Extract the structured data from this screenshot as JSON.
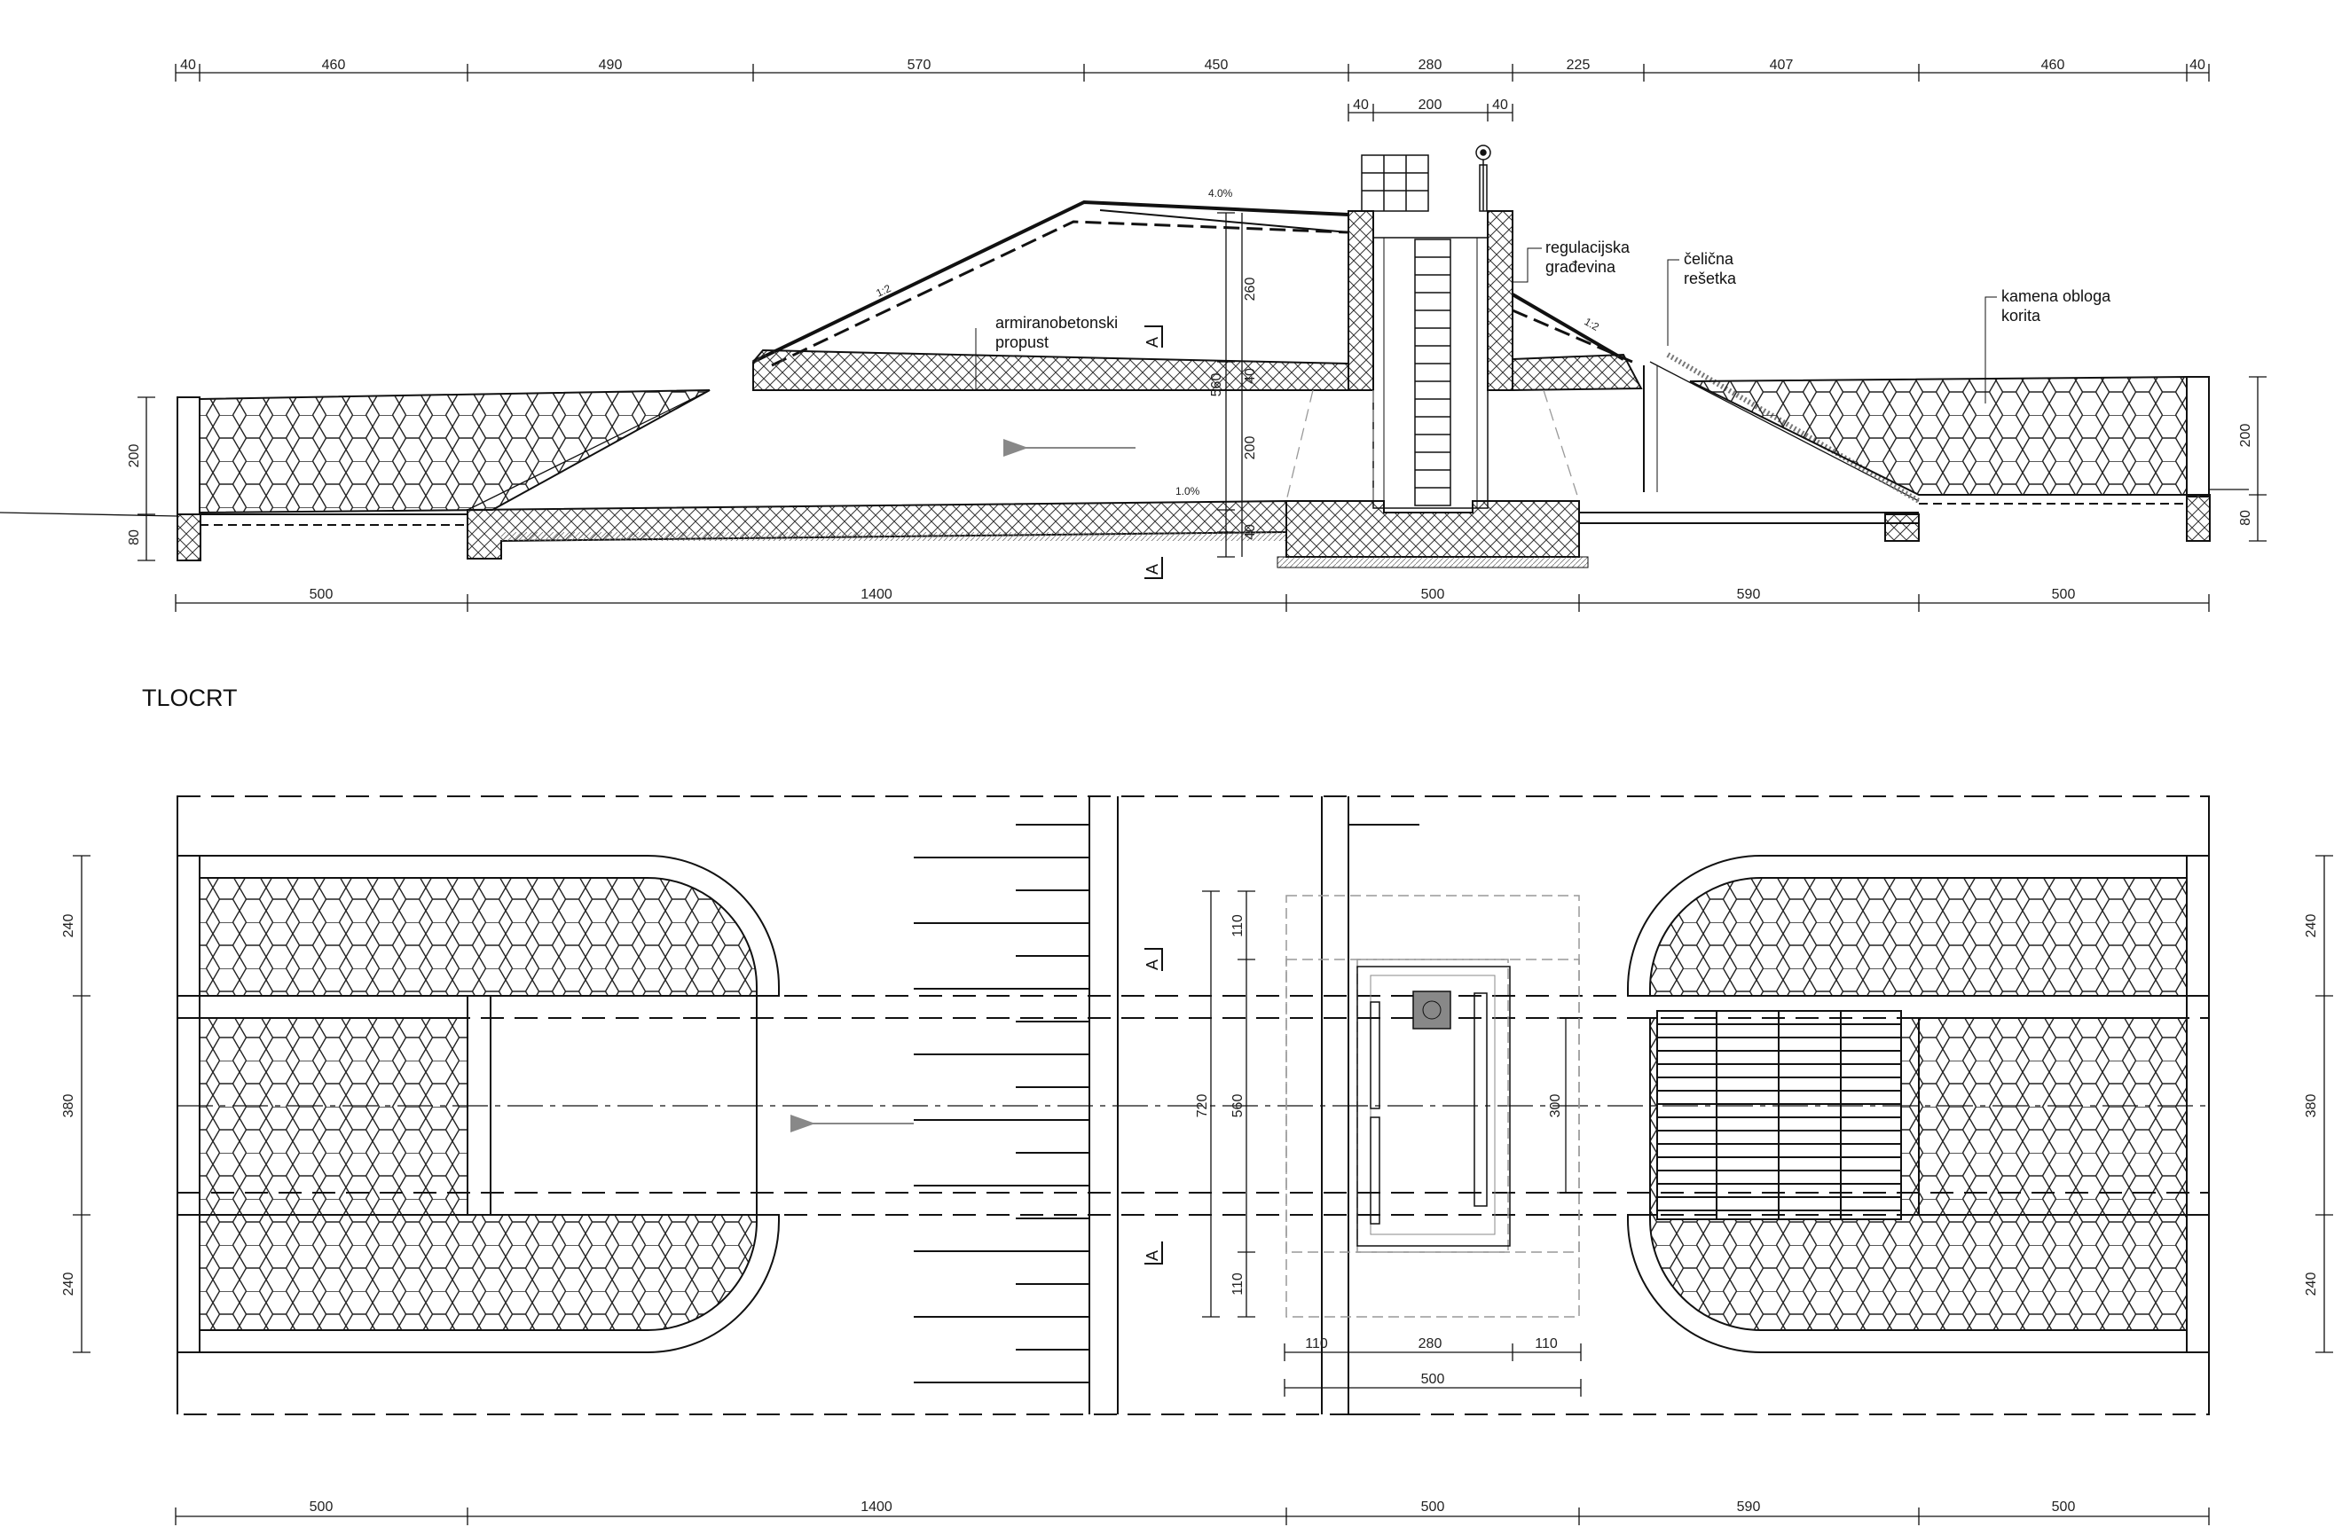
{
  "plan_title": "TLOCRT",
  "labels": {
    "culvert_line1": "armiranobetonski",
    "culvert_line2": "propust",
    "reg_line1": "regulacijska",
    "reg_line2": "građevina",
    "grate_line1": "čelična",
    "grate_line2": "rešetka",
    "lining_line1": "kamena obloga",
    "lining_line2": "korita"
  },
  "section_marks": {
    "section": "A"
  },
  "slopes": {
    "left": "1:2",
    "right": "1:2",
    "top": "4.0%",
    "bottom": "1.0%"
  },
  "section_dims": {
    "top": [
      "40",
      "460",
      "490",
      "570",
      "450",
      "280",
      "225",
      "407",
      "460",
      "40"
    ],
    "top_inner": [
      "40",
      "200",
      "40"
    ],
    "bottom": [
      "500",
      "1400",
      "500",
      "590",
      "500"
    ],
    "left_vertical": [
      "200",
      "80"
    ],
    "right_vertical": [
      "200",
      "80"
    ],
    "center_vertical": [
      "260",
      "40",
      "200",
      "40",
      "560"
    ]
  },
  "plan_dims": {
    "left_vertical": [
      "240",
      "380",
      "240"
    ],
    "right_vertical": [
      "240",
      "380",
      "240"
    ],
    "inner_vertical": [
      "110",
      "560",
      "110",
      "720"
    ],
    "chamber_vertical": [
      "300"
    ],
    "inner_horizontal": [
      "110",
      "280",
      "110",
      "500"
    ],
    "bottom": [
      "500",
      "1400",
      "500",
      "590",
      "500"
    ]
  },
  "colors": {
    "line": "#111111",
    "hatch": "#333333",
    "gray": "#888888"
  },
  "icons": {
    "flow_arrow": "arrow-left-icon",
    "valve": "valve-wheel-icon",
    "manhole": "manhole-icon"
  }
}
